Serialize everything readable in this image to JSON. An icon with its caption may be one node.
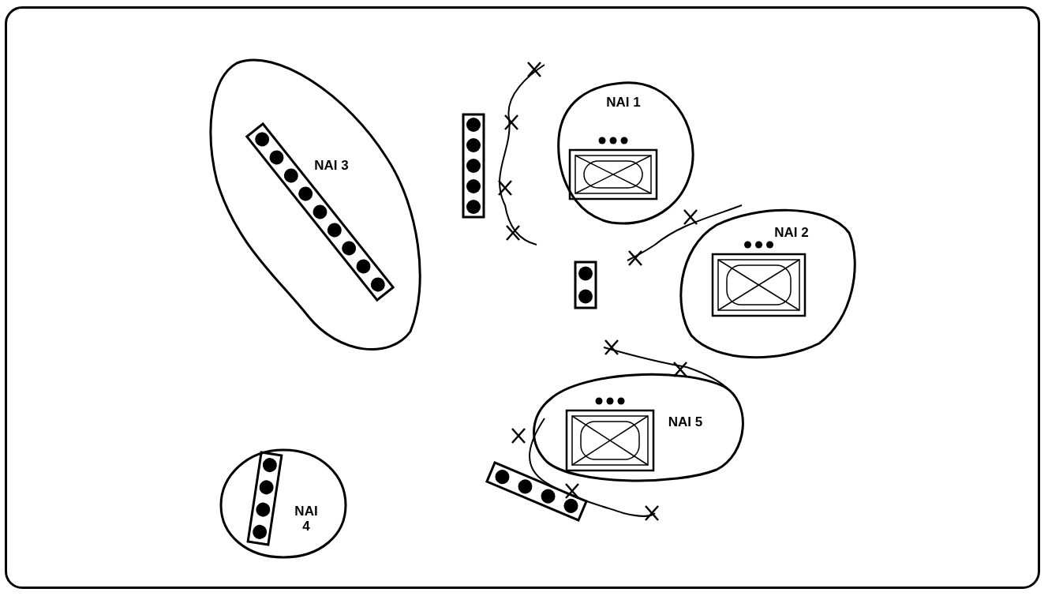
{
  "diagram": {
    "nodes": [
      {
        "text": [
          "NAI 1"
        ]
      },
      {
        "text": [
          "NAI 2"
        ]
      },
      {
        "text": [
          "NAI 3"
        ]
      },
      {
        "text": [
          "NAI 4"
        ]
      },
      {
        "text": [
          "NAI 5"
        ]
      }
    ]
  }
}
